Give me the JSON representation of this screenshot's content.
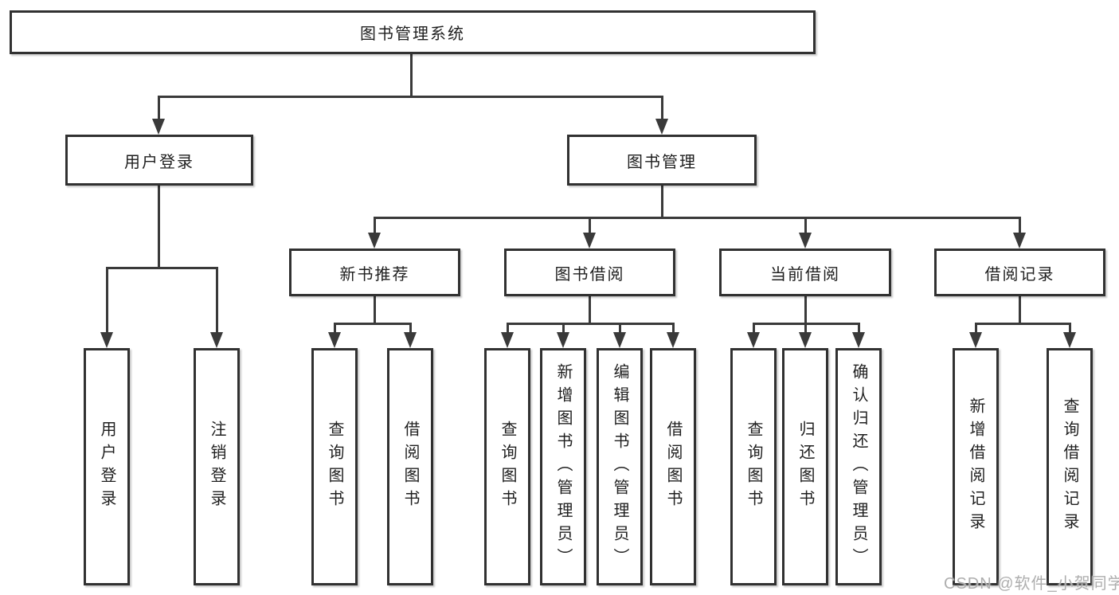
{
  "tree": {
    "root": "图书管理系统",
    "branches": [
      {
        "label": "用户登录",
        "leaves": [
          "用户登录",
          "注销登录"
        ]
      },
      {
        "label": "图书管理",
        "groups": [
          {
            "label": "新书推荐",
            "leaves": [
              "查询图书",
              "借阅图书"
            ]
          },
          {
            "label": "图书借阅",
            "leaves": [
              "查询图书",
              "新增图书（管理员）",
              "编辑图书（管理员）",
              "借阅图书"
            ]
          },
          {
            "label": "当前借阅",
            "leaves": [
              "查询图书",
              "归还图书",
              "确认归还（管理员）"
            ]
          },
          {
            "label": "借阅记录",
            "leaves": [
              "新增借阅记录",
              "查询借阅记录"
            ]
          }
        ]
      }
    ]
  },
  "watermark": {
    "text": "CSDN @软件_小贺同学"
  },
  "colors": {
    "box_border": "#313131",
    "connector_line": "#3a3a3a",
    "text": "#1f1f1f",
    "background": "#ffffff",
    "watermark_text": "#aeaeae"
  }
}
